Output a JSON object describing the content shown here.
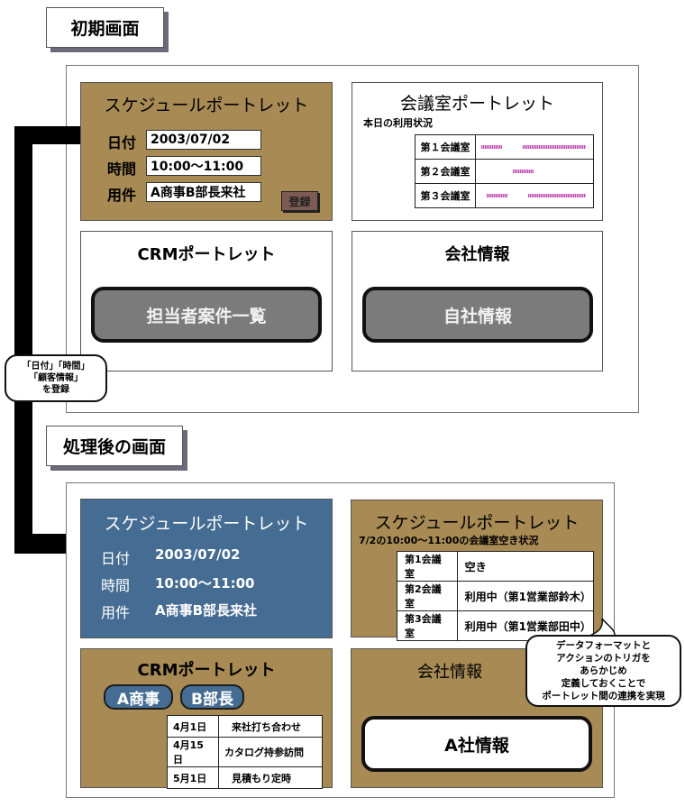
{
  "initial": {
    "section_label": "初期画面",
    "schedule_portlet": {
      "title": "スケジュールポートレット",
      "fields": [
        {
          "label": "日付",
          "value": "2003/07/02"
        },
        {
          "label": "時間",
          "value": "10:00〜11:00"
        },
        {
          "label": "用件",
          "value": "A商事B部長来社"
        }
      ],
      "register_button": "登録"
    },
    "meeting_room_portlet": {
      "title": "会議室ポートレット",
      "subtitle": "本日の利用状況",
      "rooms": [
        {
          "name": "第１会議室",
          "bookings": [
            [
              0.0,
              0.2
            ],
            [
              0.4,
              1.0
            ]
          ]
        },
        {
          "name": "第２会議室",
          "bookings": [
            [
              0.3,
              0.5
            ]
          ]
        },
        {
          "name": "第３会議室",
          "bookings": [
            [
              0.05,
              0.25
            ],
            [
              0.45,
              1.0
            ]
          ]
        }
      ]
    },
    "crm_portlet": {
      "title": "CRMポートレット",
      "button": "担当者案件一覧"
    },
    "company_portlet": {
      "title": "会社情報",
      "button": "自社情報"
    }
  },
  "register_note": {
    "lines": [
      "「日付」「時間」",
      "「顧客情報」",
      "を登録"
    ]
  },
  "after": {
    "section_label": "処理後の画面",
    "schedule_portlet": {
      "title": "スケジュールポートレット",
      "fields": [
        {
          "label": "日付",
          "value": "2003/07/02"
        },
        {
          "label": "時間",
          "value": "10:00〜11:00"
        },
        {
          "label": "用件",
          "value": "A商事B部長来社"
        }
      ]
    },
    "room_status_portlet": {
      "title": "スケジュールポートレット",
      "subtitle": "7/2の10:00〜11:00の会議室空き状況",
      "rows": [
        {
          "room": "第1会議室",
          "status": "空き"
        },
        {
          "room": "第2会議室",
          "status": "利用中（第1営業部鈴木）"
        },
        {
          "room": "第3会議室",
          "status": "利用中（第1営業部田中）"
        }
      ]
    },
    "crm_portlet": {
      "title": "CRMポートレット",
      "tags": [
        "A商事",
        "B部長"
      ],
      "history": [
        {
          "date": "4月1日",
          "event": "来社打ち合わせ"
        },
        {
          "date": "4月15日",
          "event": "カタログ持参訪問"
        },
        {
          "date": "5月1日",
          "event": "見積もり定時"
        }
      ]
    },
    "company_portlet": {
      "title": "会社情報",
      "button": "A社情報"
    }
  },
  "callout": {
    "lines": [
      "データフォーマットと",
      "アクションのトリガを",
      "あらかじめ",
      "定義しておくことで",
      "ポートレット間の連携を実現"
    ]
  },
  "colors": {
    "portlet_brown": "#a88a54",
    "portlet_blue": "#456c92",
    "booking_bar": "#c24bb3",
    "gray_button": "#7b7b7b"
  }
}
